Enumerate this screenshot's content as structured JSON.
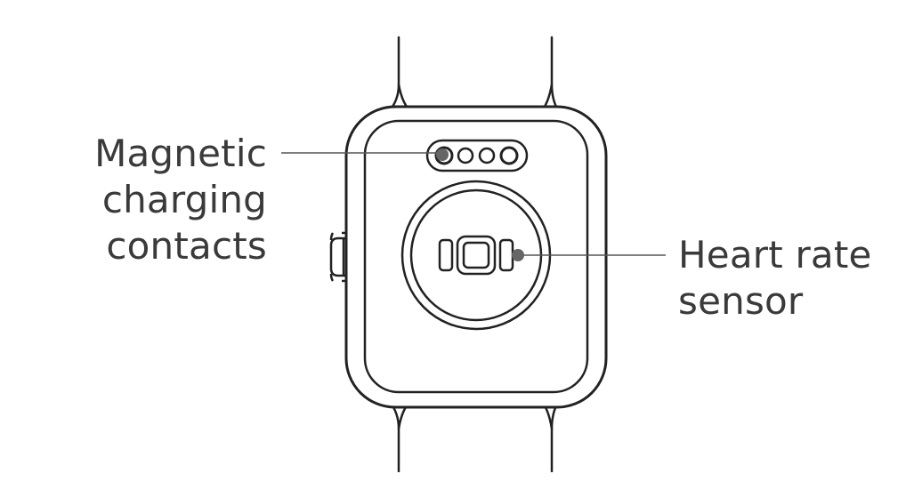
{
  "callouts": {
    "charging": {
      "lines": [
        "Magnetic",
        "charging",
        "contacts"
      ]
    },
    "sensor": {
      "lines": [
        "Heart rate",
        "sensor"
      ]
    }
  }
}
